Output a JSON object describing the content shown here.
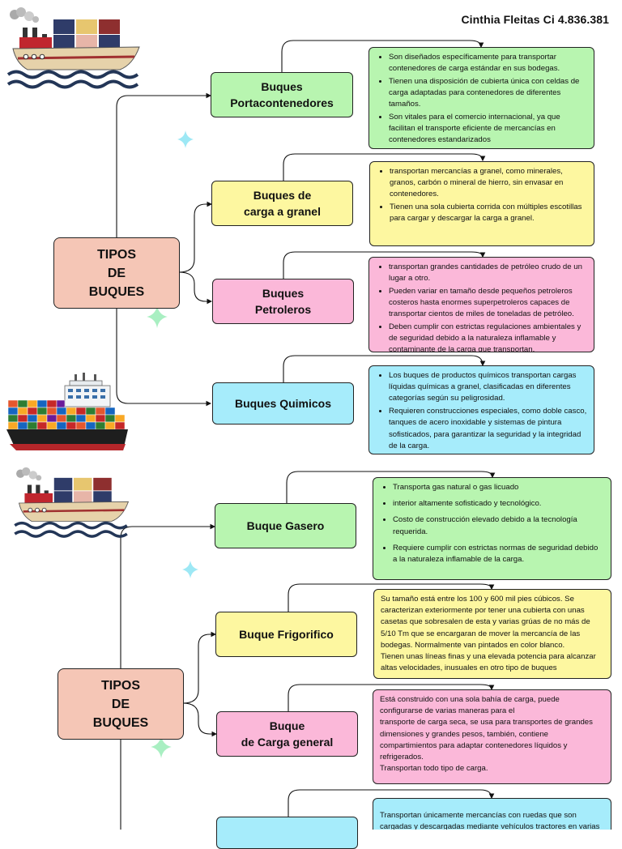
{
  "author": "Cinthia Fleitas Ci 4.836.381",
  "colors": {
    "root": "#f5c6b6",
    "green": "#b8f5b0",
    "yellow": "#fdf7a0",
    "pink": "#fbb8d9",
    "cyan": "#a6ecfb",
    "sparkle_cyan": "#9de8f5",
    "sparkle_green": "#a9efc2"
  },
  "icons": [
    "cargo-ship-icon",
    "container-ship-icon",
    "sparkle-icon"
  ],
  "section1": {
    "root": {
      "line1": "TIPOS",
      "line2": "DE",
      "line3": "BUQUES"
    },
    "nodes": [
      {
        "line1": "Buques",
        "line2": "Portacontenedores",
        "items": [
          "Son diseñados específicamente para transportar contenedores de carga estándar en sus bodegas.",
          "Tienen una disposición de cubierta única con celdas de carga adaptadas para contenedores de diferentes tamaños.",
          " Son vitales para el comercio internacional, ya que facilitan el transporte eficiente de mercancías en contenedores estandarizados"
        ]
      },
      {
        "line1": "Buques de",
        "line2": "carga a granel",
        "items": [
          "transportan mercancías a granel, como minerales, granos, carbón o mineral de hierro, sin envasar en contenedores.",
          "Tienen una sola cubierta corrida con múltiples escotillas para cargar y descargar la carga a granel."
        ]
      },
      {
        "line1": "Buques",
        "line2": "Petroleros",
        "items": [
          "transportan grandes cantidades de petróleo crudo de un lugar a otro.",
          "Pueden variar en tamaño desde pequeños petroleros costeros hasta enormes superpetroleros capaces de transportar cientos de miles de toneladas de petróleo.",
          "Deben cumplir con estrictas regulaciones ambientales y de seguridad debido a la naturaleza inflamable y contaminante de la carga que transportan."
        ]
      },
      {
        "line1": "Buques Quimicos",
        "line2": "",
        "items": [
          "Los buques de productos químicos transportan cargas líquidas químicas a granel, clasificadas en diferentes categorías según su peligrosidad.",
          "Requieren construcciones especiales, como doble casco, tanques de acero inoxidable y sistemas de pintura sofisticados, para garantizar la seguridad y la integridad de la carga."
        ]
      }
    ]
  },
  "section2": {
    "root": {
      "line1": "TIPOS",
      "line2": "DE",
      "line3": "BUQUES"
    },
    "nodes": [
      {
        "line1": "Buque Gasero",
        "line2": "",
        "items": [
          "Transporta gas natural o gas licuado",
          "interior altamente sofisticado y tecnológico.",
          "Costo de construcción elevado debido a la tecnología requerida.",
          "Requiere cumplir con estrictas normas de seguridad debido a la naturaleza inflamable de la carga."
        ]
      },
      {
        "line1": "Buque Frigorifico",
        "line2": "",
        "paragraphs": [
          "Su tamaño está entre los 100 y 600 mil pies cúbicos. Se caracterizan exteriormente por tener una cubierta con unas casetas que sobresalen de esta y varias grúas de no más de 5/10 Tm que se encargaran de mover la mercancía de las bodegas. Normalmente van pintados en color blanco.",
          "Tienen unas líneas finas y una elevada potencia para alcanzar altas velocidades, inusuales en otro tipo de buques"
        ]
      },
      {
        "line1": "Buque",
        "line2": "de Carga general",
        "paragraphs": [
          "Está construido con una sola bahía de carga, puede configurarse de varias maneras para el",
          "transporte de carga seca, se usa para transportes de grandes dimensiones y grandes pesos, también, contiene compartimientos para adaptar contenedores líquidos y refrigerados.",
          "Transportan todo tipo de carga."
        ]
      },
      {
        "line1": "",
        "line2": "",
        "paragraphs": [
          "Transportan únicamente mercancías con ruedas que son cargadas y descargadas mediante vehículos tractores en varias"
        ]
      }
    ]
  }
}
